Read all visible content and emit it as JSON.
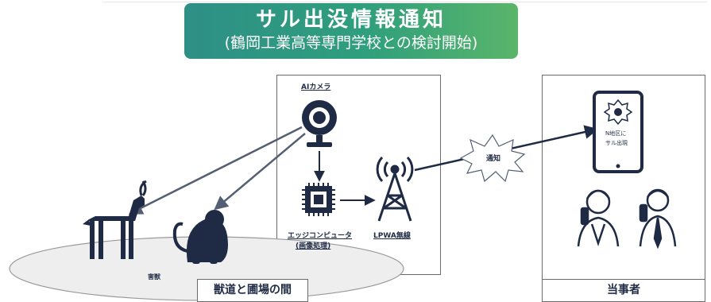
{
  "title": {
    "main": "サル出没情報通知",
    "sub": "(鶴岡工業高等専門学校との検討開始)"
  },
  "labels": {
    "ai_camera": "AIカメラ",
    "edge_computer": "エッジコンピュータ",
    "image_processing": "(画像処理)",
    "lpwa": "LPWA無線",
    "notification": "通知",
    "damage": "害獣",
    "phone_line1": "N地区に",
    "phone_line2": "サル出現",
    "boundary": "獣道と圃場の間",
    "parties": "当事者"
  },
  "colors": {
    "navy": "#1f2a44",
    "arrow": "#555f73",
    "title_green": "#2f9f7c",
    "ellipse": "#eeeeee"
  },
  "icons": [
    "camera-icon",
    "chip-icon",
    "antenna-icon",
    "deer-icon",
    "monkey-icon",
    "tablet-icon",
    "person-phone-icon",
    "burst-icon"
  ]
}
